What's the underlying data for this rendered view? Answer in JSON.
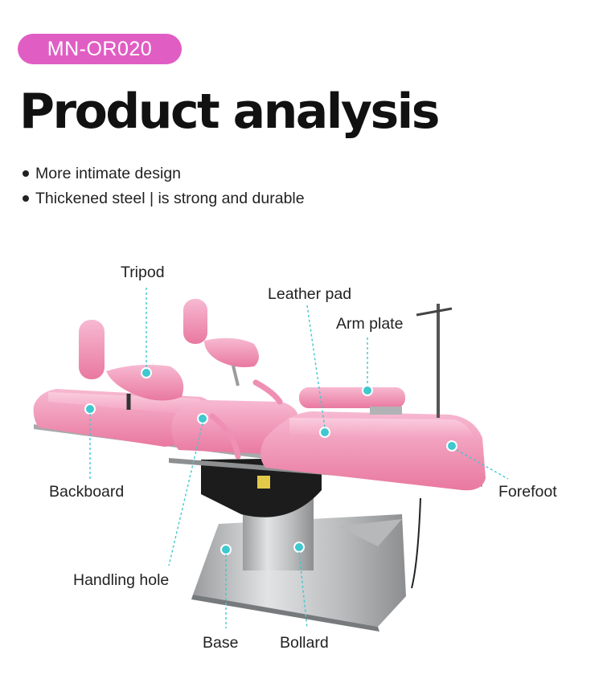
{
  "header": {
    "model": "MN-OR020",
    "title": "Product analysis"
  },
  "features": [
    "More intimate design",
    "Thickened steel | is strong and durable"
  ],
  "callouts": {
    "tripod": "Tripod",
    "leather_pad": "Leather pad",
    "arm_plate": "Arm plate",
    "backboard": "Backboard",
    "forefoot": "Forefoot",
    "handling_hole": "Handling hole",
    "base": "Base",
    "bollard": "Bollard"
  },
  "colors": {
    "badge": "#e05ec4",
    "pad_pink": "#f39bbd",
    "marker_cyan": "#3fc8cf",
    "steel": "#c4c6c8"
  }
}
